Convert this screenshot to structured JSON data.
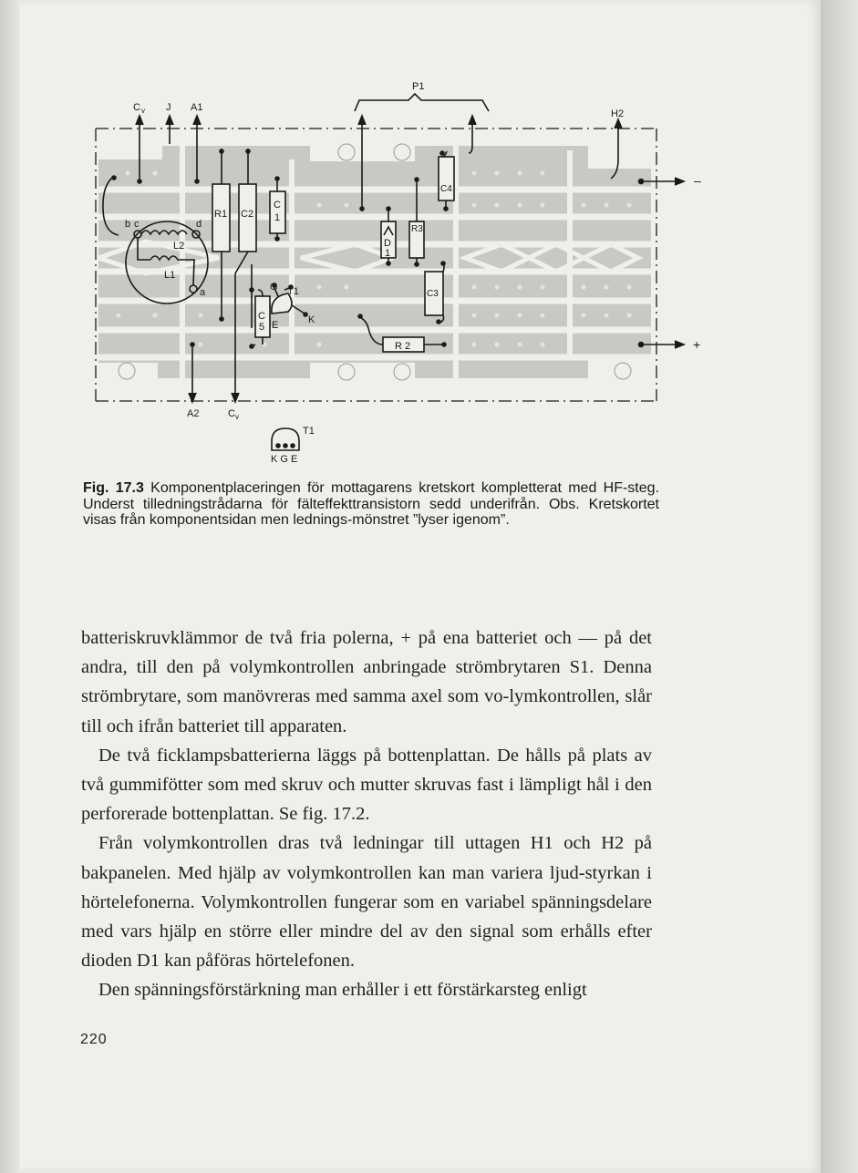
{
  "figure": {
    "labels": {
      "cv_top": "C",
      "cv_top_sub": "v",
      "j": "J",
      "a1": "A1",
      "p1": "P1",
      "h2": "H2",
      "a2": "A2",
      "cv_bottom": "C",
      "cv_bottom_sub": "v",
      "minus": "–",
      "plus": "+",
      "b": "b",
      "c": "c",
      "d": "d",
      "a": "a",
      "l1": "L1",
      "l2": "L2",
      "r1": "R1",
      "c2": "C2",
      "c1a": "C",
      "c1b": "1",
      "d1a": "D",
      "d1b": "1",
      "r3": "R3",
      "c4": "C4",
      "c3": "C3",
      "r2": "R 2",
      "c5a": "C",
      "c5b": "5",
      "e": "E",
      "g": "G",
      "t1": "T1",
      "k": "K",
      "legend_t1": "T1",
      "legend_kge": "K G E"
    }
  },
  "caption": {
    "fig_label": "Fig. 17.3",
    "text": "Komponentplaceringen för mottagarens kretskort kompletterat med HF-steg. Underst tilledningstrådarna för fälteffekttransistorn sedd underifrån. Obs. Kretskortet visas från komponentsidan men lednings-mönstret ”lyser igenom”."
  },
  "body": {
    "p1": "batteriskruvklämmor de två fria polerna, + på ena batteriet och — på det andra, till den på volymkontrollen anbringade strömbrytaren S1. Denna strömbrytare, som manövreras med samma axel som vo-lymkontrollen, slår till och ifrån batteriet till apparaten.",
    "p2": "De två ficklampsbatterierna läggs på bottenplattan. De hålls på plats av två gummifötter som med skruv och mutter skruvas fast i lämpligt hål i den perforerade bottenplattan. Se fig. 17.2.",
    "p3": "Från volymkontrollen dras två ledningar till uttagen H1 och H2 på bakpanelen. Med hjälp av volymkontrollen kan man variera ljud-styrkan i hörtelefonerna. Volymkontrollen fungerar som en variabel spänningsdelare med vars hjälp en större eller mindre del av den signal som erhålls efter dioden D1 kan påföras hörtelefonen.",
    "p4": "Den spänningsförstärkning man erhåller i ett förstärkarsteg enligt"
  },
  "page_number": "220"
}
